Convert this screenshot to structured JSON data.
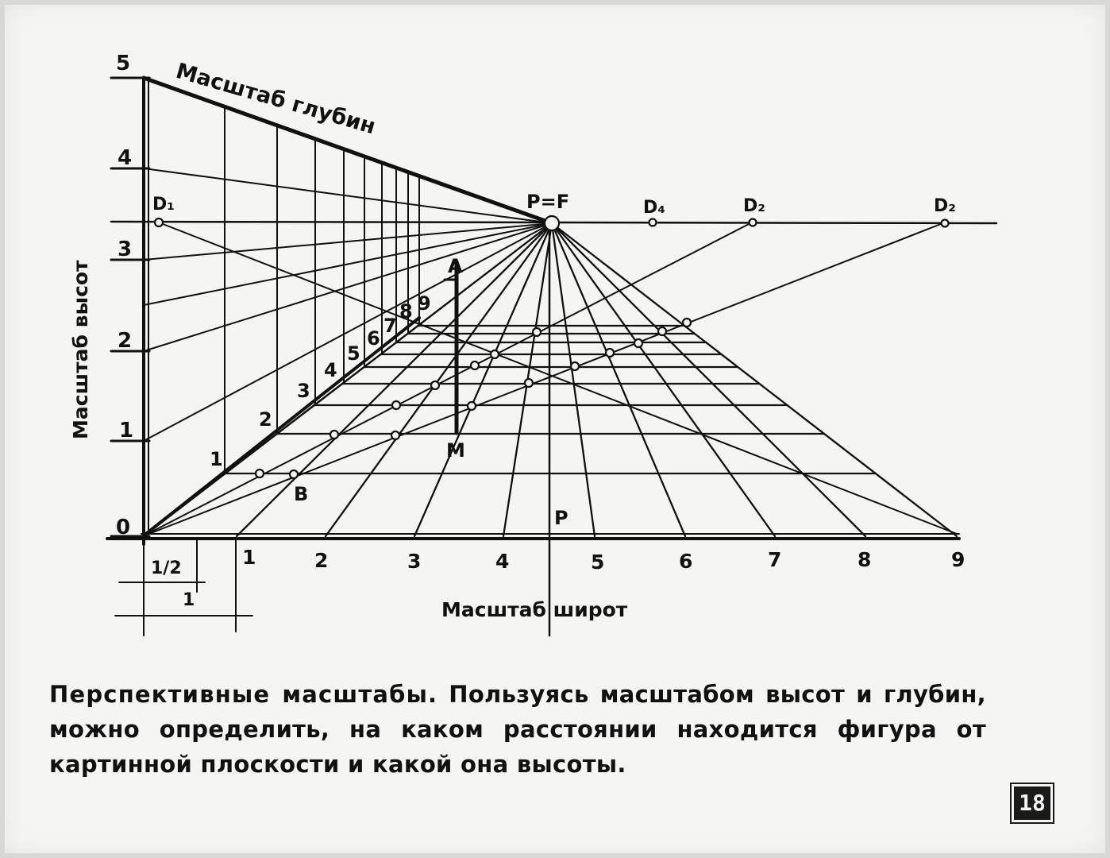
{
  "diagram": {
    "height_scale_title": "Масштаб высот",
    "depth_scale_title": "Масштаб глубин",
    "width_scale_title": "Масштаб широт",
    "height_ticks": [
      "0",
      "1",
      "2",
      "3",
      "4",
      "5"
    ],
    "depth_ticks": [
      "1",
      "2",
      "3",
      "4",
      "5",
      "6",
      "7",
      "8",
      "9"
    ],
    "width_ticks": [
      "1",
      "2",
      "3",
      "4",
      "5",
      "6",
      "7",
      "8",
      "9"
    ],
    "half_unit_label": "1/2",
    "unit_label": "1",
    "point_labels": {
      "pf": "P=F",
      "d1": "D₁",
      "d4": "D₄",
      "d2_near": "D₂",
      "d2_far": "D₂",
      "a": "A",
      "m": "M",
      "b": "B",
      "p": "P"
    }
  },
  "caption": {
    "title": "Перспективные масштабы.",
    "text": "Пользуясь масштабом высот и глубин, можно определить, на каком расстоянии находится фигура от картинной плоскости и какой она высоты."
  },
  "page_number": "18"
}
